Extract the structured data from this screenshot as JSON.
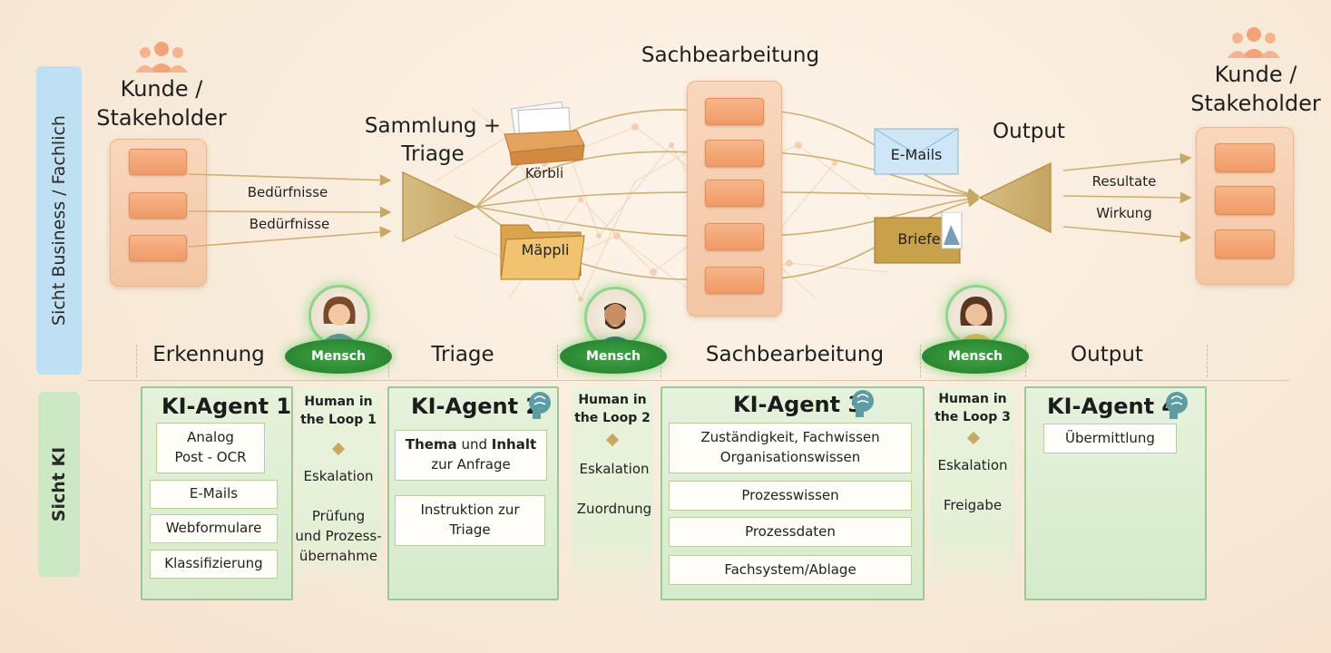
{
  "side_labels": {
    "business": "Sicht Business / Fachlich",
    "ki": "Sicht KI"
  },
  "top": {
    "customer_left": "Kunde /\nStakeholder",
    "customer_right": "Kunde /\nStakeholder",
    "needs_1": "Bedürfnisse",
    "needs_2": "Bedürfnisse",
    "sammlung": "Sammlung +\nTriage",
    "koerbli": "Körbli",
    "maeppli": "Mäppli",
    "sachbearbeitung": "Sachbearbeitung",
    "emails": "E-Mails",
    "briefe": "Briefe",
    "output": "Output",
    "resultate": "Resultate",
    "wirkung": "Wirkung"
  },
  "phases": {
    "erkennung": "Erkennung",
    "triage": "Triage",
    "sachbearbeitung": "Sachbearbeitung",
    "output": "Output"
  },
  "mensch_label": "Mensch",
  "agents": {
    "a1": {
      "title": "KI-Agent 1",
      "items": [
        "Analog\nPost - OCR",
        "E-Mails",
        "Webformulare",
        "Klassifizierung"
      ]
    },
    "a2": {
      "title": "KI-Agent 2",
      "thema": "Thema",
      "und": " und ",
      "inhalt": "Inhalt",
      "anfrage": "zur Anfrage",
      "instruktion": "Instruktion zur\nTriage"
    },
    "a3": {
      "title": "KI-Agent 3",
      "items": [
        "Zuständigkeit, Fachwissen\nOrganisationswissen",
        "Prozesswissen",
        "Prozessdaten",
        "Fachsystem/Ablage"
      ]
    },
    "a4": {
      "title": "KI-Agent 4",
      "items": [
        "Übermittlung"
      ]
    }
  },
  "hil": {
    "h1": {
      "title": "Human in\nthe Loop  1",
      "t1": "Eskalation",
      "t2": "Prüfung\nund Prozess-\nübernahme"
    },
    "h2": {
      "title": "Human in\nthe Loop  2",
      "t1": "Eskalation",
      "t2": "Zuordnung"
    },
    "h3": {
      "title": "Human in\nthe Loop  3",
      "t1": "Eskalation",
      "t2": "Freigabe"
    }
  },
  "icons": [
    "people-icon",
    "brain-icon",
    "inbox-tray-icon",
    "folder-icon",
    "envelope-icon",
    "letter-stamp-icon",
    "funnel-icon",
    "person-avatar-icon"
  ],
  "colors": {
    "business_label_bg": "#bfe0f2",
    "ki_label_bg": "#cde9c4",
    "agent_border": "#9cc993",
    "bar_orange": "#f09a66",
    "mensch_green": "#2e8f36"
  }
}
